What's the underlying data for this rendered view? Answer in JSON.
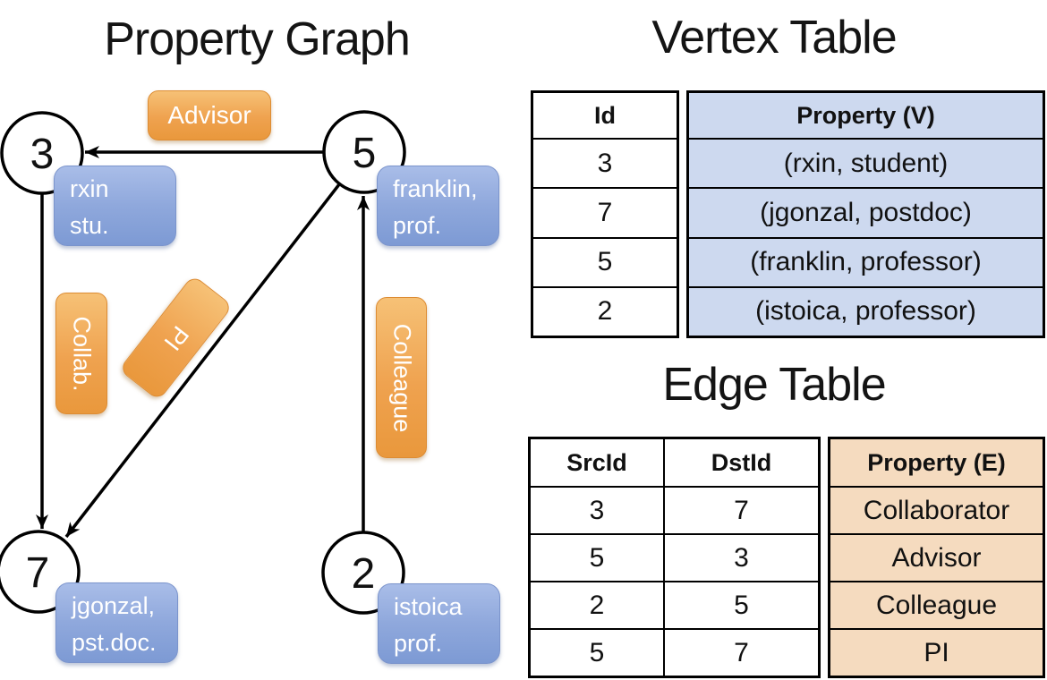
{
  "graph": {
    "title": "Property Graph",
    "vertices": [
      {
        "id": "3",
        "property_lines": [
          "rxin",
          "stu."
        ]
      },
      {
        "id": "5",
        "property_lines": [
          "franklin,",
          "prof."
        ]
      },
      {
        "id": "7",
        "property_lines": [
          "jgonzal,",
          "pst.doc."
        ]
      },
      {
        "id": "2",
        "property_lines": [
          "istoica",
          "prof."
        ]
      }
    ],
    "edges": [
      {
        "src": "5",
        "dst": "3",
        "label": "Advisor"
      },
      {
        "src": "3",
        "dst": "7",
        "label": "Collab."
      },
      {
        "src": "5",
        "dst": "7",
        "label": "PI"
      },
      {
        "src": "2",
        "dst": "5",
        "label": "Colleague"
      }
    ]
  },
  "vertex_table": {
    "title": "Vertex Table",
    "columns": [
      "Id",
      "Property (V)"
    ],
    "rows": [
      [
        "3",
        "(rxin, student)"
      ],
      [
        "7",
        "(jgonzal, postdoc)"
      ],
      [
        "5",
        "(franklin, professor)"
      ],
      [
        "2",
        "(istoica, professor)"
      ]
    ]
  },
  "edge_table": {
    "title": "Edge Table",
    "columns": [
      "SrcId",
      "DstId",
      "Property (E)"
    ],
    "rows": [
      [
        "3",
        "7",
        "Collaborator"
      ],
      [
        "5",
        "3",
        "Advisor"
      ],
      [
        "2",
        "5",
        "Colleague"
      ],
      [
        "5",
        "7",
        "PI"
      ]
    ]
  },
  "colors": {
    "edge_label_fill": "#EFA24F",
    "vertex_label_fill": "#8FA8DC",
    "vertex_property_cell": "#CDD9EF",
    "edge_property_cell": "#F5DBBF",
    "line_color": "#000000"
  }
}
